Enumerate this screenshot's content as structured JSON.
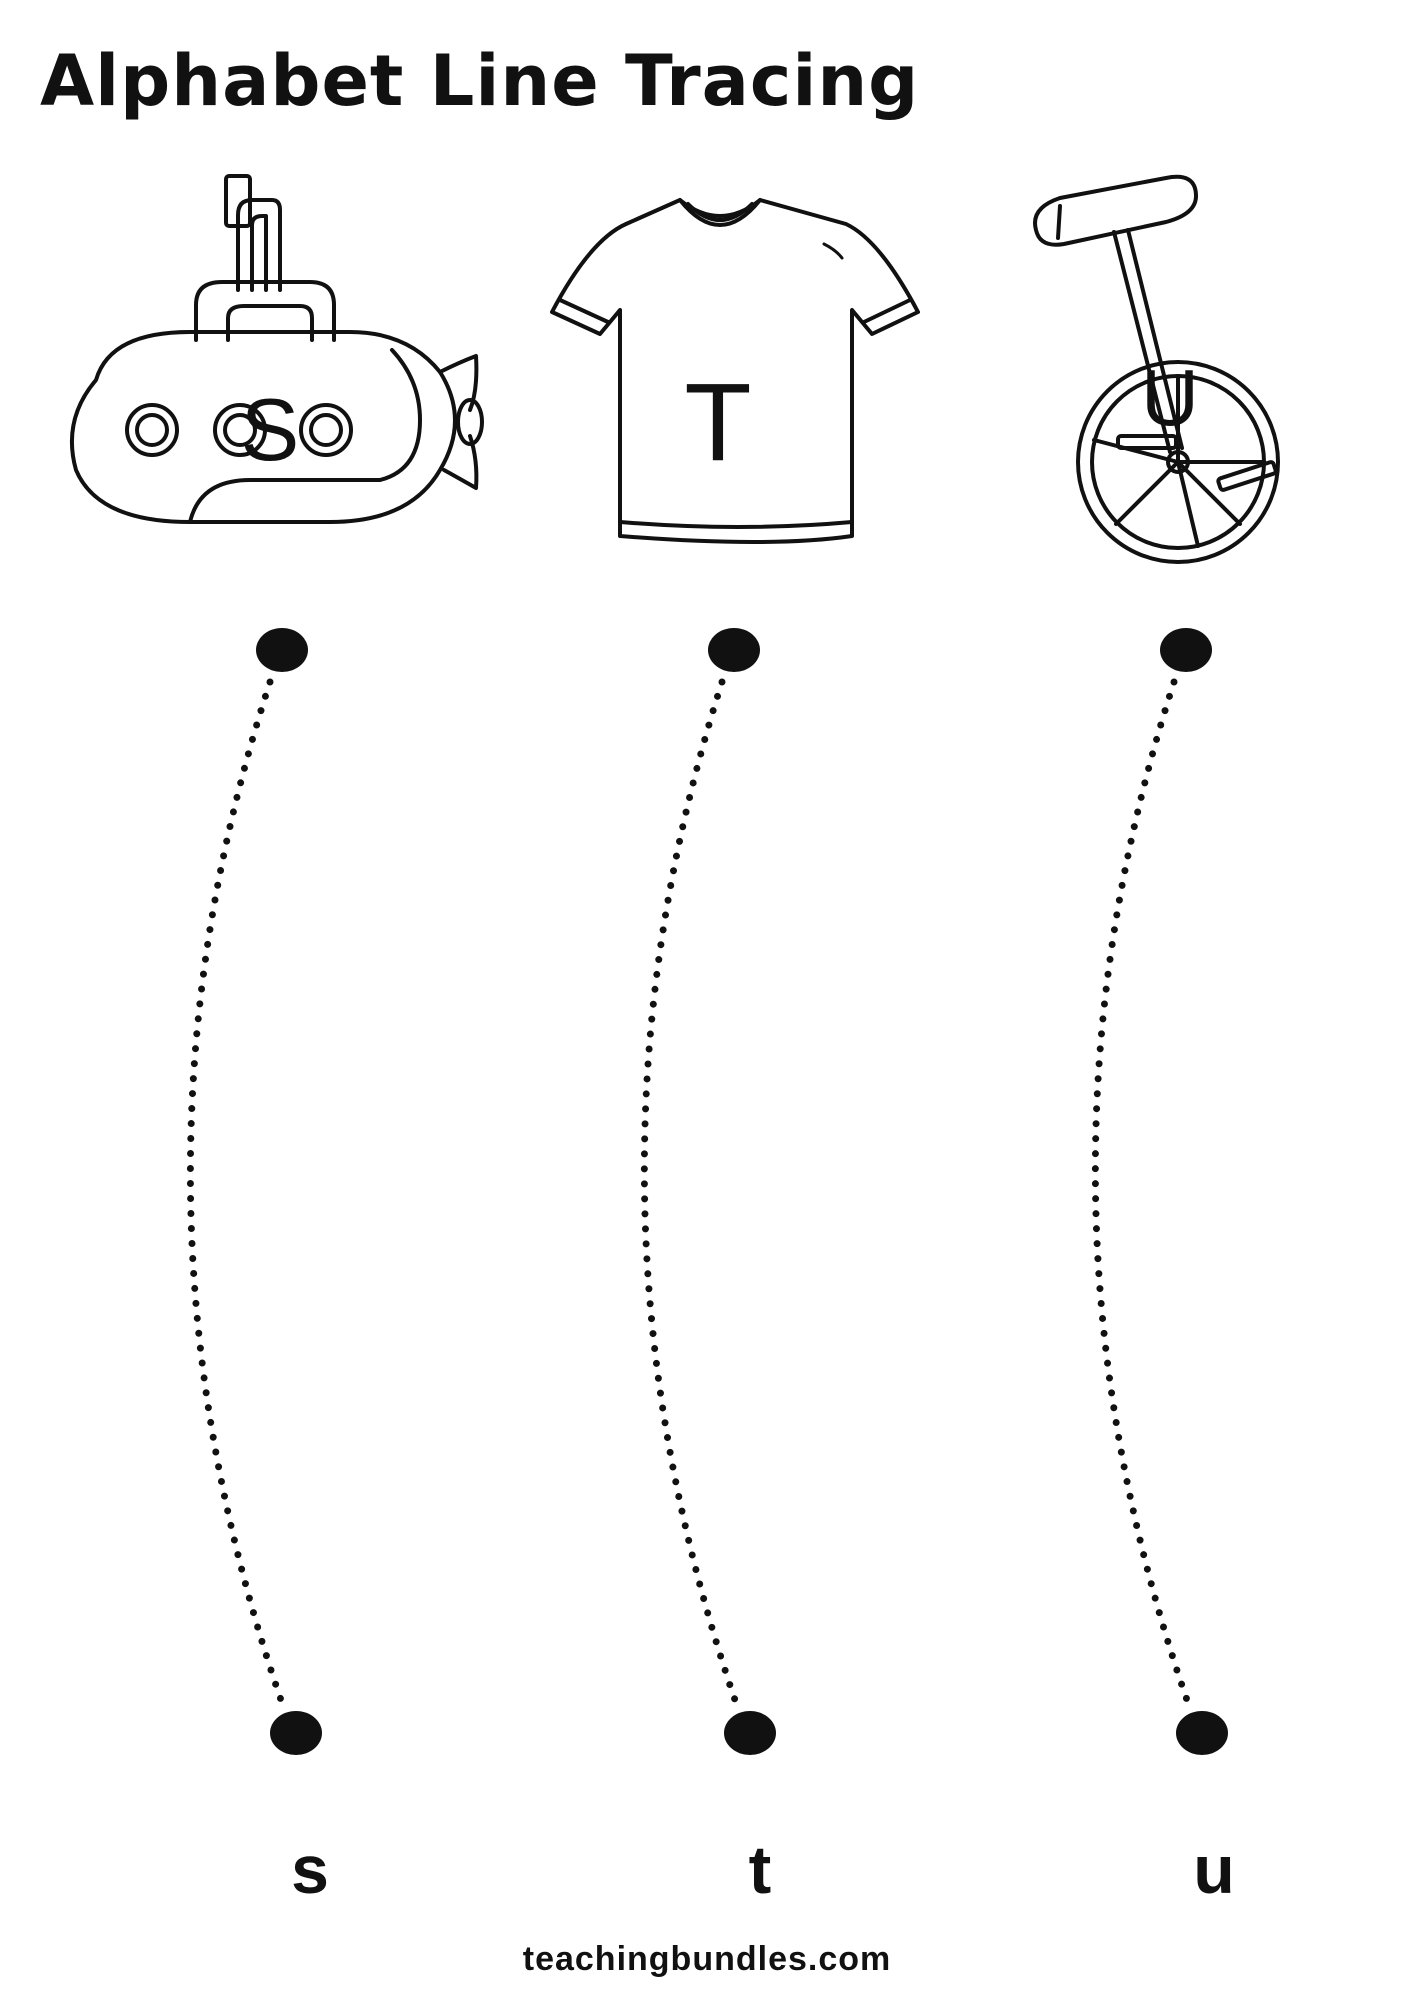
{
  "worksheet": {
    "title": "Alphabet Line Tracing",
    "footer": "teachingbundles.com"
  },
  "columns": [
    {
      "picture": "submarine-picture",
      "picture_letter": "S",
      "trace_letter": "s"
    },
    {
      "picture": "t-shirt-picture",
      "picture_letter": "T",
      "trace_letter": "t"
    },
    {
      "picture": "unicycle-picture",
      "picture_letter": "U",
      "trace_letter": "u"
    }
  ]
}
